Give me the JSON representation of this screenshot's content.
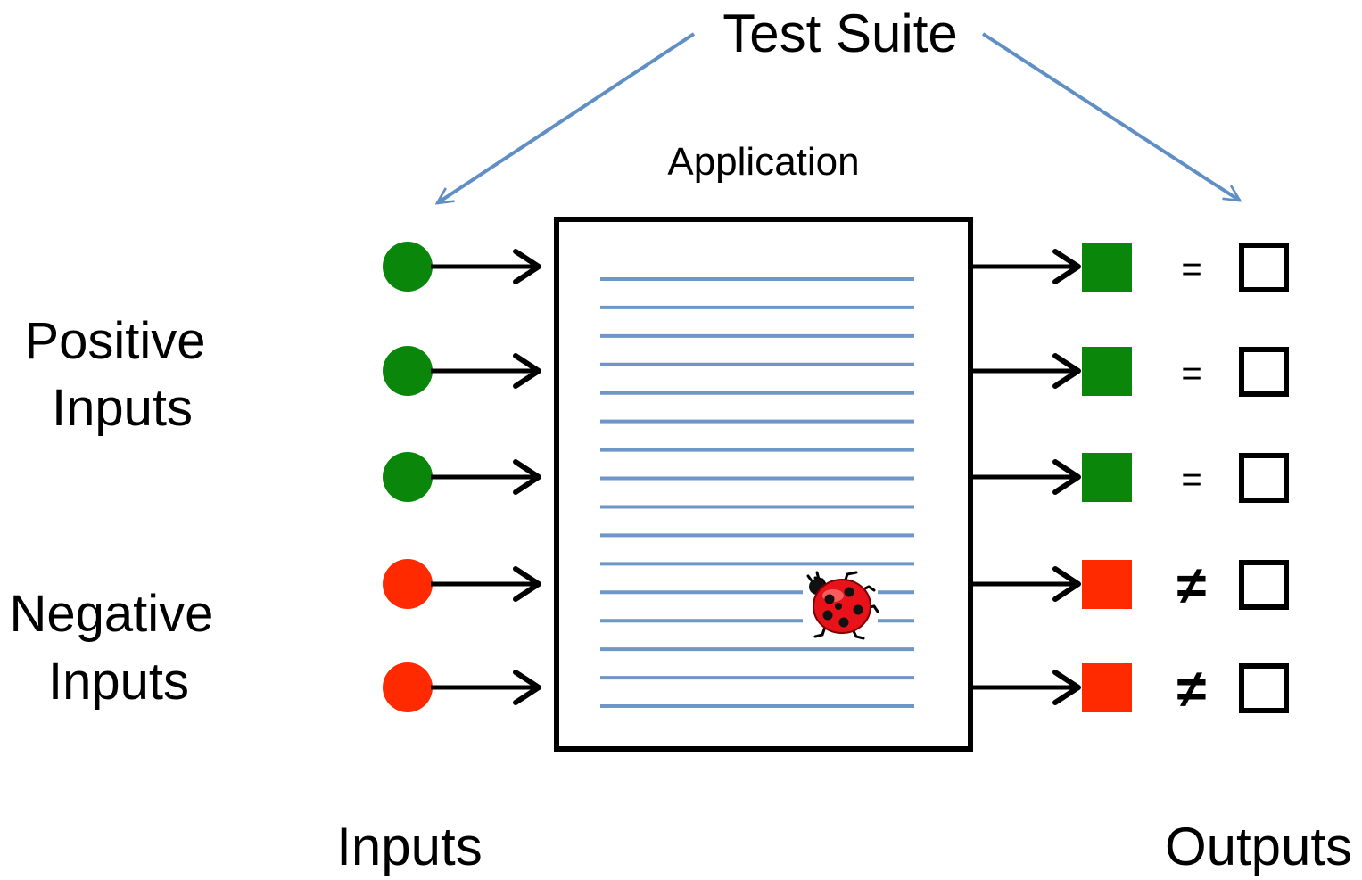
{
  "title": "Test Suite",
  "application_label": "Application",
  "groups": {
    "positive": [
      "Positive",
      "Inputs"
    ],
    "negative": [
      "Negative",
      "Inputs"
    ]
  },
  "footer": {
    "inputs": "Inputs",
    "outputs": "Outputs"
  },
  "rows": [
    {
      "input": "positive",
      "result": "pass",
      "symbol": "="
    },
    {
      "input": "positive",
      "result": "pass",
      "symbol": "="
    },
    {
      "input": "positive",
      "result": "pass",
      "symbol": "="
    },
    {
      "input": "negative",
      "result": "fail",
      "symbol": "≠"
    },
    {
      "input": "negative",
      "result": "fail",
      "symbol": "≠"
    }
  ],
  "code_line_count": 16,
  "icons": {
    "bug": "ladybug-icon"
  },
  "colors": {
    "positive": "#0a870a",
    "negative": "#ff2a00",
    "code_line": "#6e96c8",
    "pointer_arrow": "#5f8fc4",
    "stroke": "#000000"
  }
}
